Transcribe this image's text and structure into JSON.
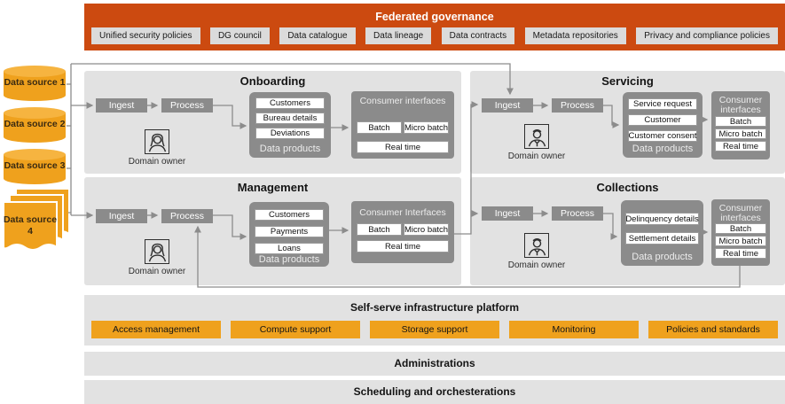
{
  "colors": {
    "banner_orange": "#CC4A10",
    "accent_orange": "#EFA11D",
    "panel_gray": "#E2E2E2",
    "box_gray": "#8B8B8B",
    "line_gray": "#8C8C8C"
  },
  "governance": {
    "title": "Federated governance",
    "items": [
      "Unified security policies",
      "DG council",
      "Data catalogue",
      "Data lineage",
      "Data contracts",
      "Metadata repositories",
      "Privacy and compliance policies"
    ]
  },
  "data_sources": [
    {
      "label": "Data source 1",
      "shape": "cylinder-icon"
    },
    {
      "label": "Data source 2",
      "shape": "cylinder-icon"
    },
    {
      "label": "Data source 3",
      "shape": "cylinder-icon"
    },
    {
      "label": "Data source 4",
      "shape": "documents-icon"
    }
  ],
  "domains": {
    "onboarding": {
      "title": "Onboarding",
      "ingest": "Ingest",
      "process": "Process",
      "owner": "Domain owner",
      "data_products": {
        "label": "Data products",
        "items": [
          "Customers",
          "Bureau details",
          "Deviations"
        ]
      },
      "consumer_interfaces": {
        "label": "Consumer interfaces",
        "items": [
          "Batch",
          "Micro batch",
          "Real time"
        ]
      }
    },
    "servicing": {
      "title": "Servicing",
      "ingest": "Ingest",
      "process": "Process",
      "owner": "Domain owner",
      "data_products": {
        "label": "Data products",
        "items": [
          "Service request",
          "Customer",
          "Customer consent"
        ]
      },
      "consumer_interfaces": {
        "label": "Consumer interfaces",
        "items": [
          "Batch",
          "Micro batch",
          "Real time"
        ]
      }
    },
    "management": {
      "title": "Management",
      "ingest": "Ingest",
      "process": "Process",
      "owner": "Domain owner",
      "data_products": {
        "label": "Data products",
        "items": [
          "Customers",
          "Payments",
          "Loans"
        ]
      },
      "consumer_interfaces": {
        "label": "Consumer Interfaces",
        "items": [
          "Batch",
          "Micro batch",
          "Real time"
        ]
      }
    },
    "collections": {
      "title": "Collections",
      "ingest": "Ingest",
      "process": "Process",
      "owner": "Domain owner",
      "data_products": {
        "label": "Data products",
        "items": [
          "Delinquency details",
          "Settlement details"
        ]
      },
      "consumer_interfaces": {
        "label": "Consumer interfaces",
        "items": [
          "Batch",
          "Micro batch",
          "Real time"
        ]
      }
    }
  },
  "platform": {
    "title": "Self-serve infrastructure platform",
    "items": [
      "Access management",
      "Compute support",
      "Storage support",
      "Monitoring",
      "Policies and standards"
    ]
  },
  "bottom_bars": [
    {
      "label": "Administrations"
    },
    {
      "label": "Scheduling and orchesterations"
    }
  ]
}
